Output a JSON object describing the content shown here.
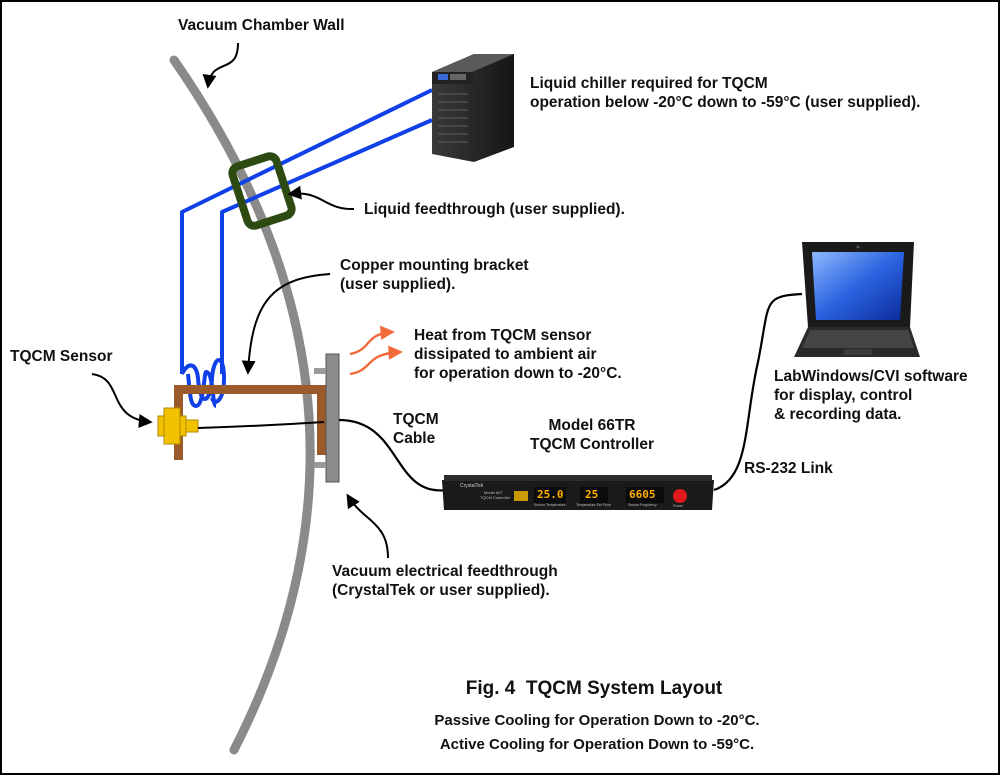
{
  "figure": {
    "title": "Fig. 4  TQCM System Layout",
    "subtitle_line1": "Passive Cooling for Operation Down to -20°C.",
    "subtitle_line2": "Active Cooling for Operation Down to -59°C."
  },
  "labels": {
    "vacuum_wall": "Vacuum Chamber Wall",
    "chiller_line1": "Liquid chiller required for TQCM",
    "chiller_line2": "operation below -20°C down to -59°C (user supplied).",
    "liquid_feedthrough": "Liquid feedthrough (user supplied).",
    "bracket_line1": "Copper mounting bracket",
    "bracket_line2": "(user supplied).",
    "sensor": "TQCM Sensor",
    "heat_line1": "Heat from TQCM sensor",
    "heat_line2": "dissipated to ambient air",
    "heat_line3": "for operation down to -20°C.",
    "cable_line1": "TQCM",
    "cable_line2": "Cable",
    "controller_line1": "Model 66TR",
    "controller_line2": "TQCM Controller",
    "rs232": "RS-232 Link",
    "software_line1": "LabWindows/CVI software",
    "software_line2": "for display, control",
    "software_line3": "& recording data.",
    "elec_feed_line1": "Vacuum electrical feedthrough",
    "elec_feed_line2": "(CrystalTek or user supplied)."
  },
  "controller_panel": {
    "brand": "CrystalTek",
    "model_text": "Model 66T",
    "model_text2": "TQCM Controller",
    "display1": "25.0",
    "display2": "25",
    "display3": "6605",
    "caption1": "Sensor Temperature",
    "caption2": "Temperature Set Point",
    "caption3": "Sensor Frequency",
    "power": "Power"
  },
  "colors": {
    "tubing": "#1040e8",
    "copper": "#9a5a2a",
    "heat_arrow": "#f26a3a",
    "feedthrough": "#2d4a12",
    "sensor": "#f2c200",
    "wall": "#8a8a8a",
    "laptop_screen": "#2a64e0"
  }
}
